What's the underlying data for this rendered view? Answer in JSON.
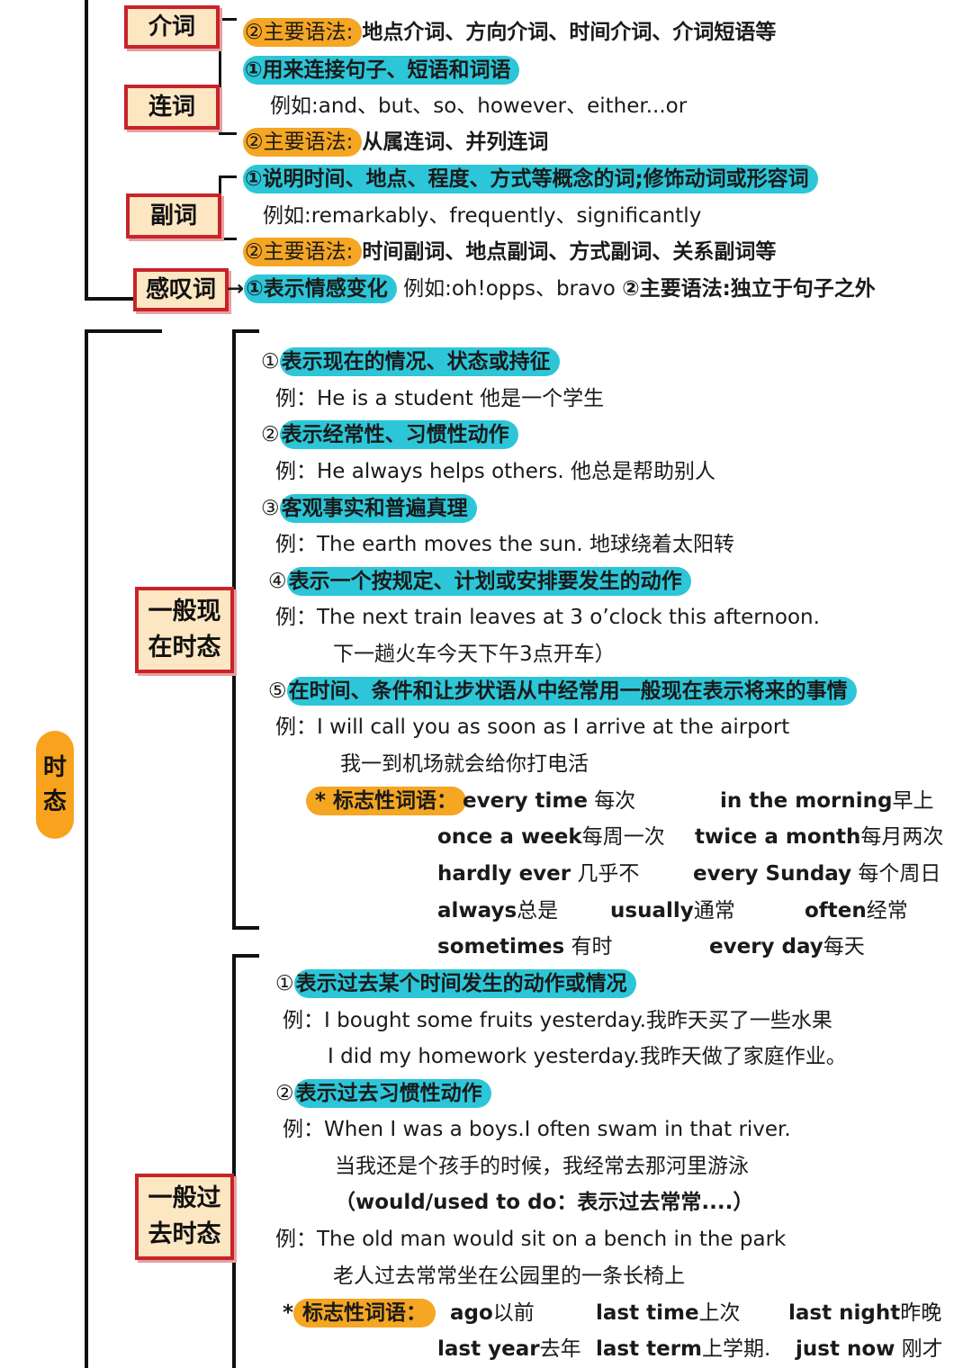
{
  "pos": {
    "prep": {
      "label": "介词",
      "point2_num": "②",
      "point2_tag": "主要语法:",
      "point2_text": "地点介词、方向介词、时间介词、介词短语等"
    },
    "conj": {
      "label": "连词",
      "point1": "①用来连接句子、短语和词语",
      "example": "例如:and、but、so、however、either...or",
      "point2_num": "②",
      "point2_tag": "主要语法:",
      "point2_text": "从属连词、并列连词"
    },
    "adv": {
      "label": "副词",
      "point1": "①说明时间、地点、程度、方式等概念的词;修饰动词或形容词",
      "example": "例如:remarkably、frequently、significantly",
      "point2_num": "②",
      "point2_tag": "主要语法:",
      "point2_text": "时间副词、地点副词、方式副词、关系副词等"
    },
    "interj": {
      "label": "感叹词",
      "arrow": "→",
      "point1": "①表示情感变化",
      "example": "例如:oh!opps、bravo",
      "point2": "②主要语法:独立于句子之外"
    }
  },
  "tense": {
    "label": "时态",
    "simple_present": {
      "label_line1": "一般现",
      "label_line2": "在时态",
      "points": [
        {
          "num": "①",
          "text": "表示现在的情况、状态或持征",
          "example": "例：He is a student    他是一个学生"
        },
        {
          "num": "②",
          "text": "表示经常性、习惯性动作",
          "example": "例：He always helps others. 他总是帮助别人"
        },
        {
          "num": "③",
          "text": "客观事实和普遍真理",
          "example": "例：The earth moves the sun.   地球绕着太阳转"
        },
        {
          "num": "④",
          "text": "表示一个按规定、计划或安排要发生的动作",
          "example": "例：The next train leaves at 3 o’clock this afternoon.",
          "example2": "下一趟火车今天下午3点开车）"
        },
        {
          "num": "⑤",
          "text": "在时间、条件和让步状语从中经常用一般现在表示将来的事情",
          "example": "例：I will call you as soon as I arrive at the airport",
          "example2": "我一到机场就会给你打电活"
        }
      ],
      "marker_label": "* 标志性词语：",
      "markers": [
        {
          "en": "every time",
          "zh": " 每次"
        },
        {
          "en": "in the morning",
          "zh": "早上"
        },
        {
          "en": "once a week",
          "zh": "每周一次"
        },
        {
          "en": "twice a month",
          "zh": "每月两次"
        },
        {
          "en": "hardly ever",
          "zh": " 几乎不"
        },
        {
          "en": "every Sunday",
          "zh": " 每个周日"
        },
        {
          "en": "always",
          "zh": "总是"
        },
        {
          "en": "usually",
          "zh": "通常"
        },
        {
          "en": "often",
          "zh": "经常"
        },
        {
          "en": "sometimes",
          "zh": " 有时"
        },
        {
          "en": "every day",
          "zh": "每天"
        }
      ]
    },
    "simple_past": {
      "label_line1": "一般过",
      "label_line2": "去时态",
      "points": [
        {
          "num": "①",
          "text": "表示过去某个时间发生的动作或情况",
          "example": "例：I bought some fruits yesterday.我昨天买了一些水果",
          "example2": "I did my homework yesterday.我昨天做了家庭作业。"
        },
        {
          "num": "②",
          "text": "表示过去习惯性动作",
          "example": "例：When I was a boys.I often swam in that river.",
          "example2": "当我还是个孩手的时候，我经常去那河里游泳"
        }
      ],
      "note": "（would/used to do：表示过去常常....）",
      "note_example": "例：The old man would sit on a bench in the park",
      "note_example2": "老人过去常常坐在公园里的一条长椅上",
      "marker_label": "标志性词语：",
      "marker_star": "*",
      "markers": [
        {
          "en": "ago",
          "zh": "以前"
        },
        {
          "en": "last time",
          "zh": "上次"
        },
        {
          "en": "last night",
          "zh": "昨晚"
        },
        {
          "en": "last year",
          "zh": "去年"
        },
        {
          "en": "last term",
          "zh": "上学期."
        },
        {
          "en": "just now",
          "zh": " 刚才"
        }
      ]
    }
  }
}
